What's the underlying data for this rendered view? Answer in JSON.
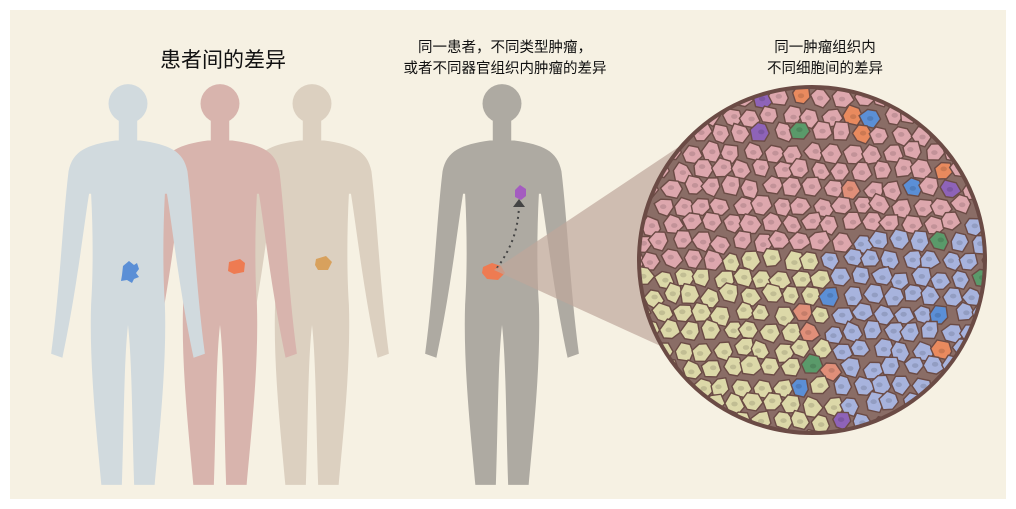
{
  "titles": {
    "left": "患者间的差异",
    "middle": [
      "同一患者，不同类型肿瘤，",
      "或者不同器官组织内肿瘤的差异"
    ],
    "right": [
      "同一肿瘤组织内",
      "不同细胞间的差异"
    ]
  },
  "colors": {
    "background": "#f6f1e3",
    "figure_blue": "#d1dade",
    "figure_pink": "#d8b4ad",
    "figure_tan": "#dcd0c0",
    "figure_gray": "#aeaaa2",
    "tumor_blue": "#5b8fd6",
    "tumor_orange": "#ee7b52",
    "tumor_tan": "#d8a15d",
    "tumor_purple": "#a45cc0",
    "tissue_outline": "#6b4b45",
    "cell_pink": "#dda7ad",
    "cell_olive": "#dcd8a8",
    "cell_lavender": "#a7b3dd"
  },
  "icons": [
    "human-silhouette-icon",
    "tumor-icon",
    "dotted-arrow-icon",
    "cell-icon"
  ]
}
